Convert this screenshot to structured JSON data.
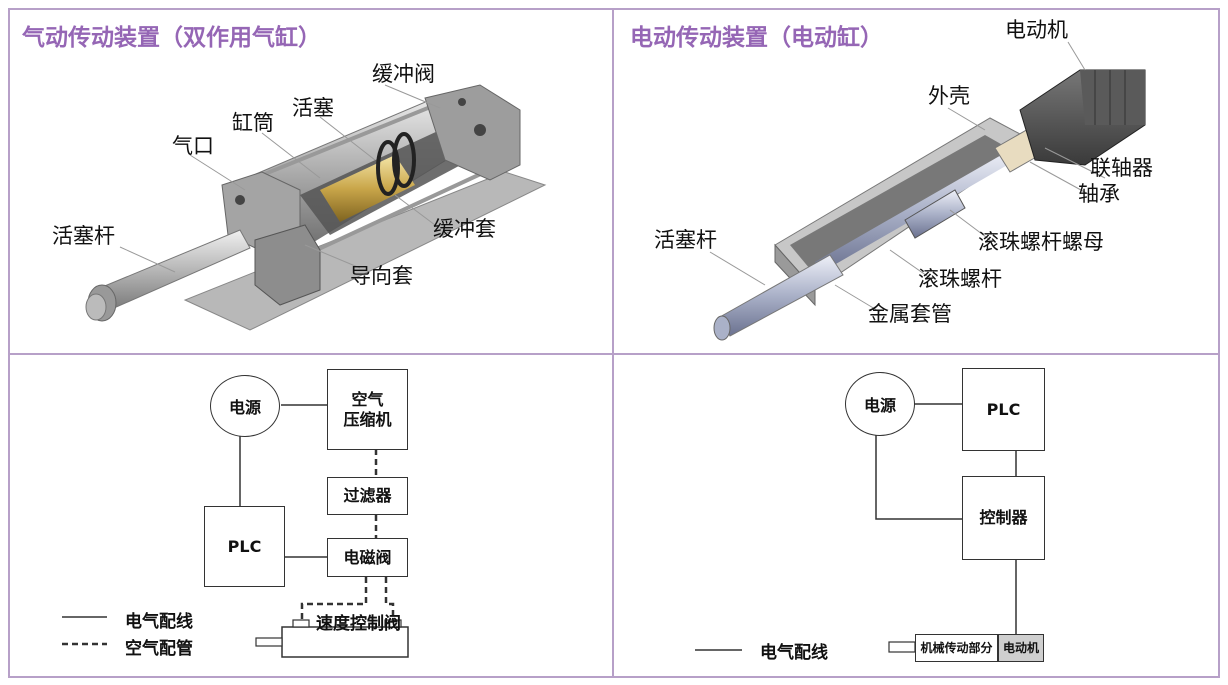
{
  "pneumatic": {
    "title": "气动传动装置（双作用气缸）",
    "labels": {
      "buffer_valve": "缓冲阀",
      "piston": "活塞",
      "barrel": "缸筒",
      "air_port": "气口",
      "piston_rod": "活塞杆",
      "buffer_sleeve": "缓冲套",
      "guide_sleeve": "导向套"
    },
    "diagram": {
      "power": "电源",
      "compressor_l1": "空气",
      "compressor_l2": "压缩机",
      "filter": "过滤器",
      "plc": "PLC",
      "solenoid": "电磁阀",
      "speed_valve": "速度控制阀",
      "legend_wire": "电气配线",
      "legend_pipe": "空气配管"
    }
  },
  "electric": {
    "title": "电动传动装置（电动缸）",
    "labels": {
      "motor": "电动机",
      "housing": "外壳",
      "coupling": "联轴器",
      "bearing": "轴承",
      "piston_rod": "活塞杆",
      "ball_nut": "滚珠螺杆螺母",
      "ball_screw": "滚珠螺杆",
      "metal_tube": "金属套管"
    },
    "diagram": {
      "power": "电源",
      "plc": "PLC",
      "controller": "控制器",
      "mech": "机械传动部分",
      "motor": "电动机",
      "legend_wire": "电气配线"
    }
  },
  "colors": {
    "border": "#b7a0c8",
    "title": "#9566b5",
    "line": "#333333"
  }
}
